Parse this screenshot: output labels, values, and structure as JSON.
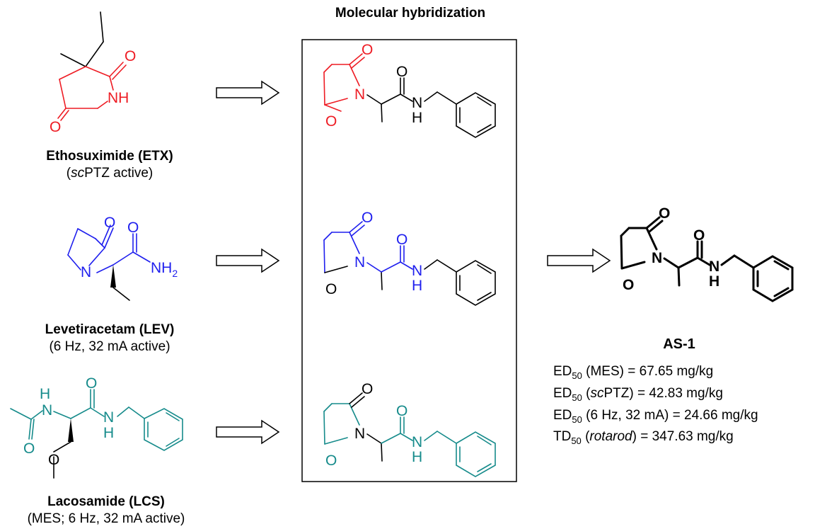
{
  "header": {
    "title": "Molecular hybridization"
  },
  "drugs": {
    "etx": {
      "name": "Ethosuximide (ETX)",
      "activity_prefix": "(",
      "activity_italic": "sc",
      "activity_suffix": "PTZ active)"
    },
    "lev": {
      "name": "Levetiracetam (LEV)",
      "activity": "(6 Hz, 32 mA active)"
    },
    "lcs": {
      "name": "Lacosamide (LCS)",
      "activity": "(MES; 6 Hz, 32 mA active)"
    }
  },
  "product": {
    "name": "AS-1",
    "results": [
      {
        "metric": "ED",
        "sub": "50",
        "pre": " (",
        "italic": "",
        "post": "MES) = 67.65 mg/kg"
      },
      {
        "metric": "ED",
        "sub": "50",
        "pre": " (",
        "italic": "sc",
        "post": "PTZ) = 42.83 mg/kg"
      },
      {
        "metric": "ED",
        "sub": "50",
        "pre": " (",
        "italic": "",
        "post": "6 Hz, 32 mA) = 24.66 mg/kg"
      },
      {
        "metric": "TD",
        "sub": "50",
        "pre": " (",
        "italic": "rotarod",
        "post": ") = 347.63 mg/kg"
      }
    ]
  },
  "atoms": {
    "O": "O",
    "N": "N",
    "H": "H",
    "NH": "NH",
    "NH2_N": "NH",
    "NH2_sub": "2"
  },
  "colors": {
    "etx": "#ee1c24",
    "lev": "#1f1fee",
    "lcs": "#168b8b",
    "black": "#000000"
  }
}
